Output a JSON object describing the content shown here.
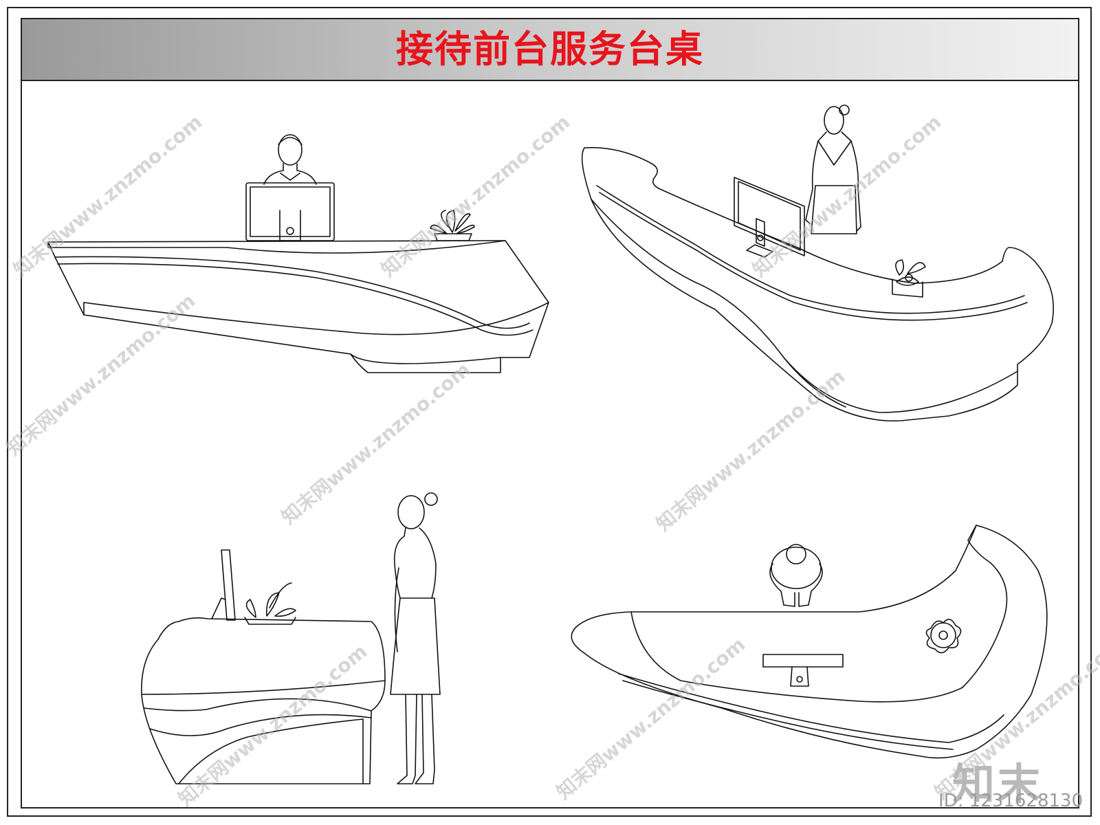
{
  "title": "接待前台服务台桌",
  "watermark_text": "知末网www.znzmo.com",
  "brand": {
    "logo_text": "知末",
    "id_label": "ID: 1231628130"
  },
  "colors": {
    "title": "#e8141c",
    "line": "#111111",
    "watermark": "#b4b4b4"
  },
  "views": [
    "front-elevation",
    "perspective",
    "side-elevation",
    "plan-view"
  ]
}
